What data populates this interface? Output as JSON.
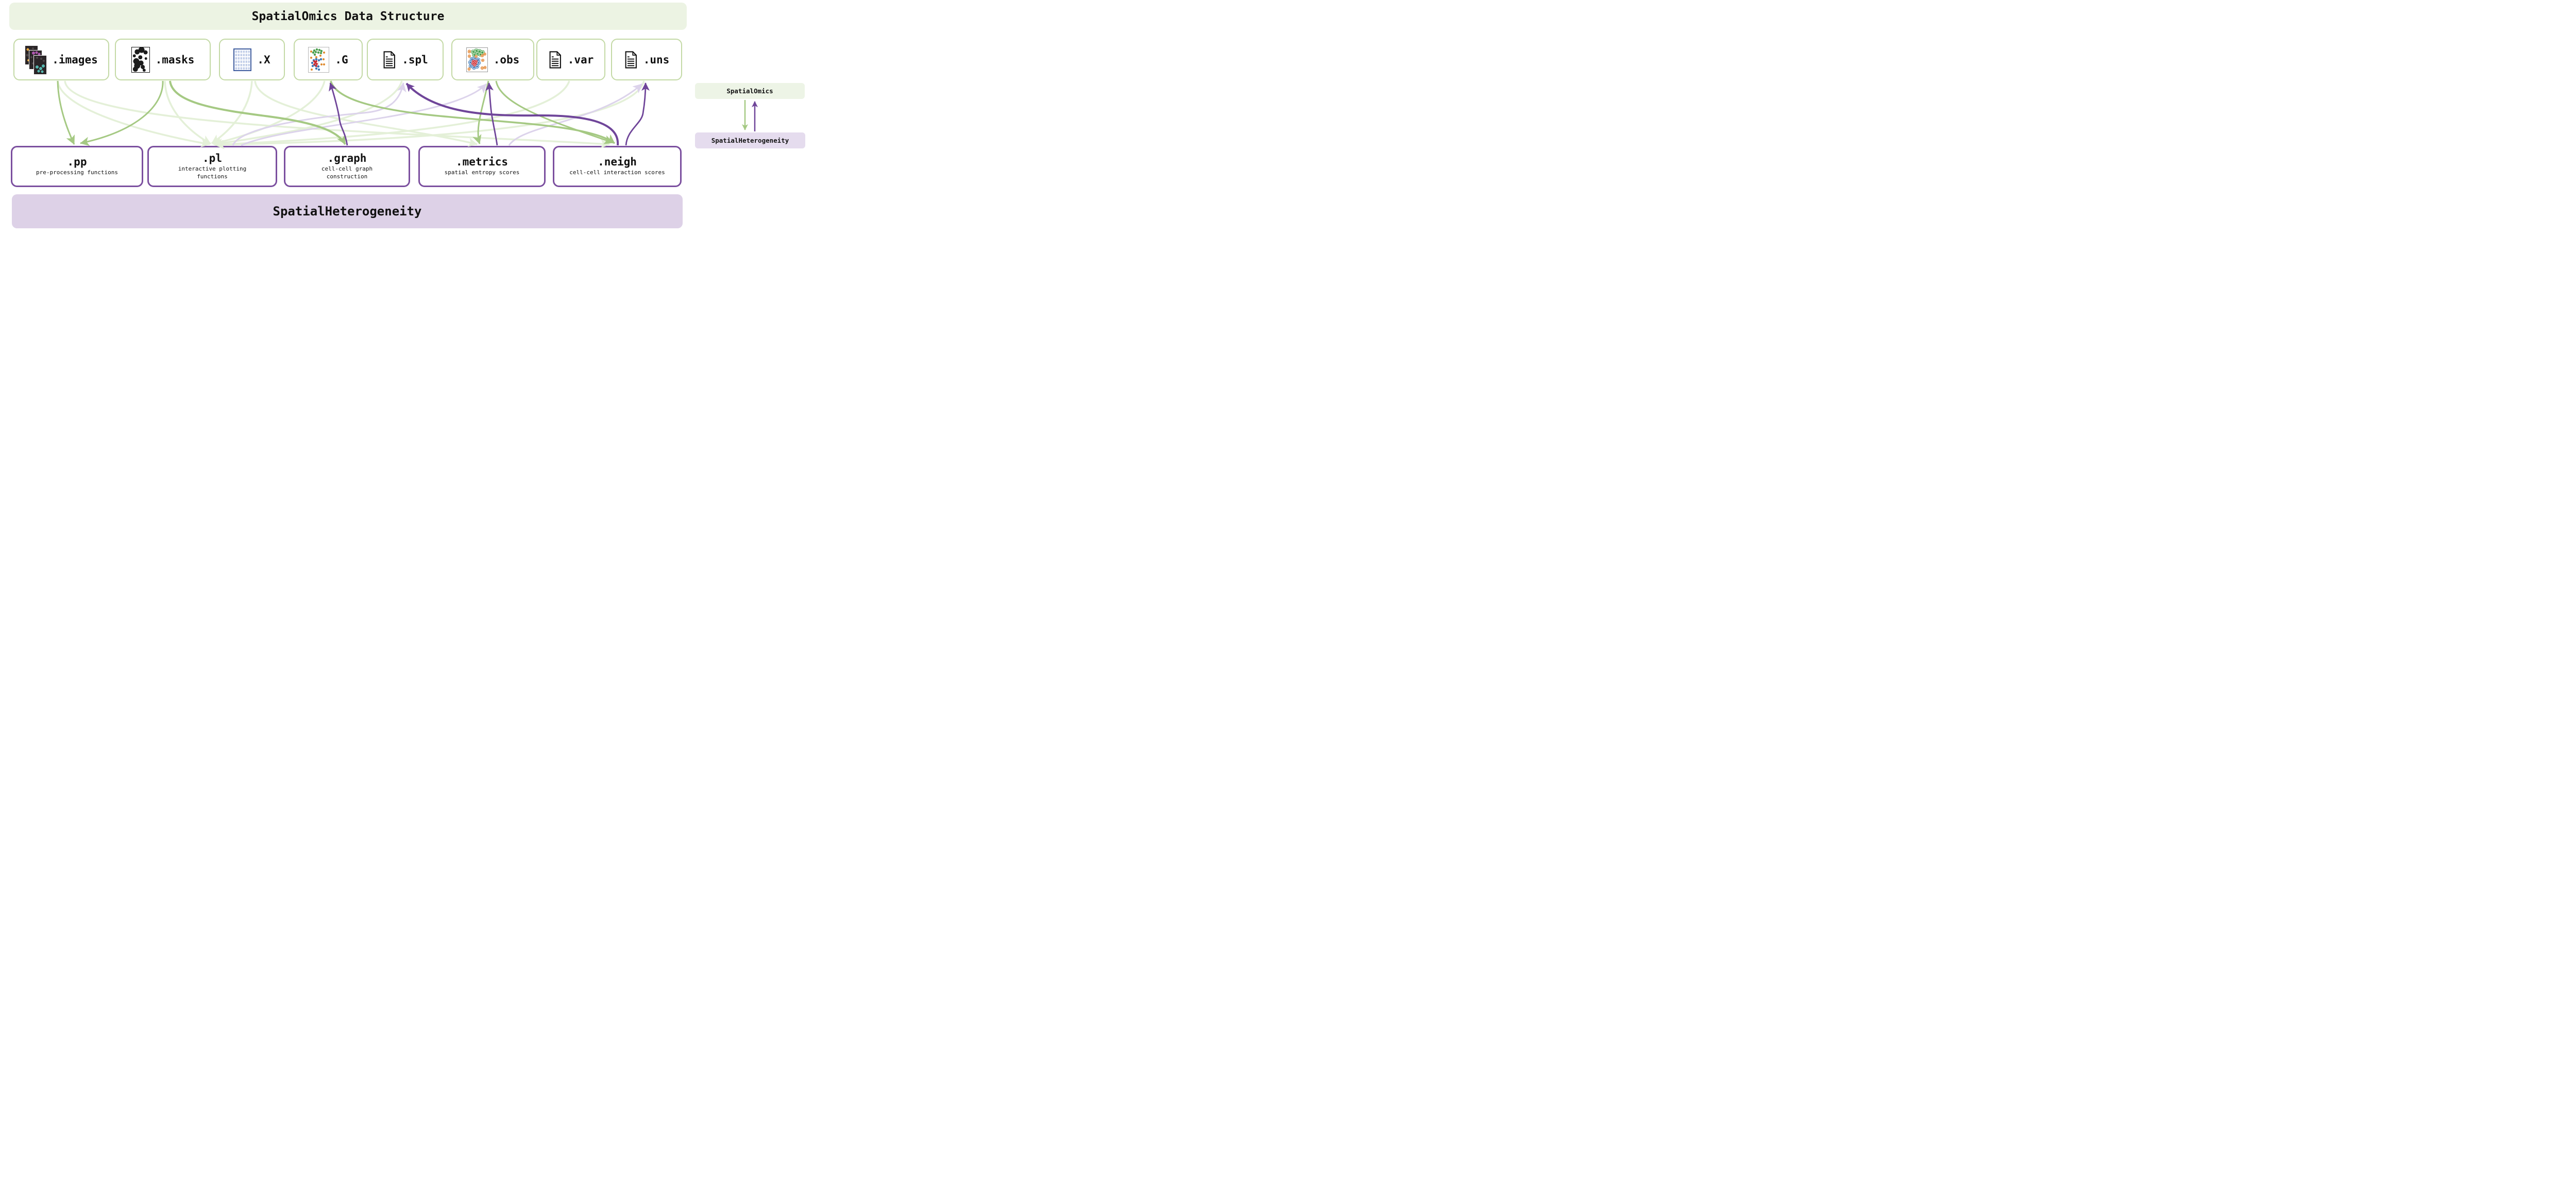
{
  "title_banner": {
    "label": "SpatialOmics Data Structure"
  },
  "attributes": [
    {
      "id": "images",
      "label": ".images",
      "icon": "images-stack-icon"
    },
    {
      "id": "masks",
      "label": ".masks",
      "icon": "masks-icon"
    },
    {
      "id": "X",
      "label": ".X",
      "icon": "matrix-grid-icon"
    },
    {
      "id": "G",
      "label": ".G",
      "icon": "graph-network-icon"
    },
    {
      "id": "spl",
      "label": ".spl",
      "icon": "document-icon"
    },
    {
      "id": "obs",
      "label": ".obs",
      "icon": "cells-icon"
    },
    {
      "id": "var",
      "label": ".var",
      "icon": "document-icon"
    },
    {
      "id": "uns",
      "label": ".uns",
      "icon": "document-icon"
    }
  ],
  "modules": [
    {
      "id": "pp",
      "label": ".pp",
      "desc": "pre-processing functions"
    },
    {
      "id": "pl",
      "label": ".pl",
      "desc": "interactive plotting functions"
    },
    {
      "id": "graph",
      "label": ".graph",
      "desc": "cell-cell graph construction"
    },
    {
      "id": "metrics",
      "label": ".metrics",
      "desc": "spatial entropy scores"
    },
    {
      "id": "neigh",
      "label": ".neigh",
      "desc": "cell-cell interaction scores"
    }
  ],
  "bottom_banner": {
    "label": "SpatialHeterogeneity"
  },
  "legend": {
    "top": "SpatialOmics",
    "bottom": "SpatialHeterogeneity"
  },
  "colors": {
    "green_accent": "#a5c983",
    "pale_green": "#e4f0d8",
    "purple_accent": "#6f4599",
    "lavender": "#dcd3eb",
    "green_box_border": "#c3d9a5",
    "purple_box_border": "#7b4f9f",
    "banner_green_bg": "#ecf3e3",
    "banner_purple_bg": "#ddd1e7",
    "legend_green_bg": "#edf4e6",
    "legend_purple_bg": "#e5dcee"
  }
}
